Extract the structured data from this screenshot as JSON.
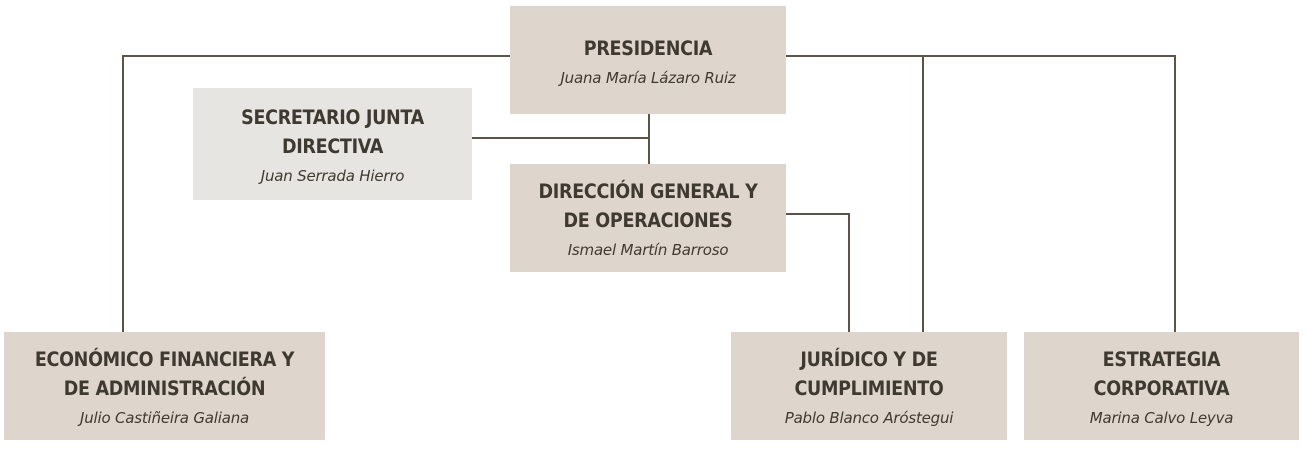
{
  "org_chart": {
    "colors": {
      "box": "#ded6cd",
      "box_light": "#e6e5e1",
      "line": "#5e5346",
      "text": "#3f3a31"
    },
    "nodes": [
      {
        "id": "presidencia",
        "title": "PRESIDENCIA",
        "name": "Juana María Lázaro Ruiz"
      },
      {
        "id": "secretario",
        "title_line1": "SECRETARIO JUNTA",
        "title_line2": "DIRECTIVA",
        "name": "Juan Serrada Hierro"
      },
      {
        "id": "direccion",
        "title_line1": "DIRECCIÓN GENERAL Y",
        "title_line2": "DE OPERACIONES",
        "name": "Ismael Martín Barroso"
      },
      {
        "id": "economico",
        "title_line1": "ECONÓMICO FINANCIERA Y",
        "title_line2": "DE ADMINISTRACIÓN",
        "name": "Julio Castiñeira Galiana"
      },
      {
        "id": "juridico",
        "title_line1": "JURÍDICO Y DE",
        "title_line2": "CUMPLIMIENTO",
        "name": "Pablo Blanco Aróstegui"
      },
      {
        "id": "estrategia",
        "title_line1": "ESTRATEGIA",
        "title_line2": "CORPORATIVA",
        "name": "Marina Calvo Leyva"
      }
    ]
  }
}
